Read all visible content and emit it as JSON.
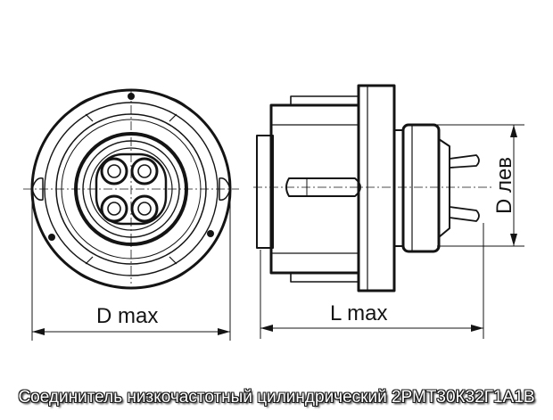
{
  "drawing": {
    "front_view_label": "D max",
    "side_view_label": "L max",
    "diameter_label": "D лев"
  },
  "caption": "Соединитель низкочастотный цилиндрический 2РМТ30К32Г1А1В",
  "colors": {
    "line": "#141414",
    "fill": "#ffffff",
    "caption_text": "#ffffff",
    "caption_outline": "#1a1a1a"
  }
}
